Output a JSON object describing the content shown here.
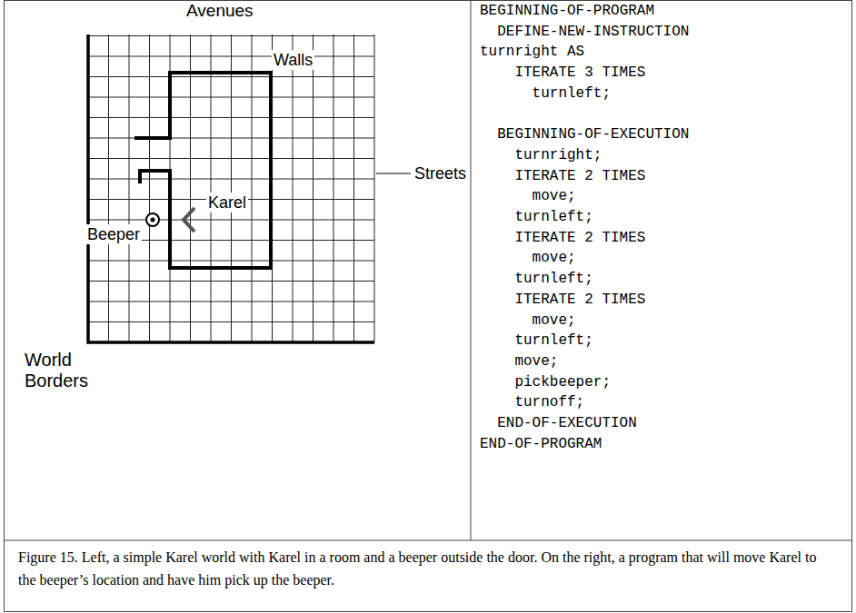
{
  "diagram": {
    "caption": "Figure 15. Left, a simple Karel world with Karel in a room and a beeper outside the door. On the right, a program that will move Karel to the beeper’s location and have him pick up the beeper.",
    "labels": [
      "Avenues",
      "Walls",
      "Streets",
      "Karel",
      "Beeper",
      "World Borders",
      "BEGINNING-OF-PROGRAM",
      "DEFINE-NEW-INSTRUCTION",
      "turnright AS",
      "ITERATE 3 TIMES",
      "turnleft;",
      "BEGINNING-OF-EXECUTION",
      "turnright;",
      "ITERATE 2 TIMES",
      "move;",
      "turnleft;",
      "ITERATE 2 TIMES",
      "move;",
      "turnleft;",
      "ITERATE 2 TIMES",
      "move;",
      "turnleft;",
      "move;",
      "pickbeeper;",
      "turnoff;",
      "END-OF-EXECUTION",
      "END-OF-PROGRAM"
    ]
  }
}
